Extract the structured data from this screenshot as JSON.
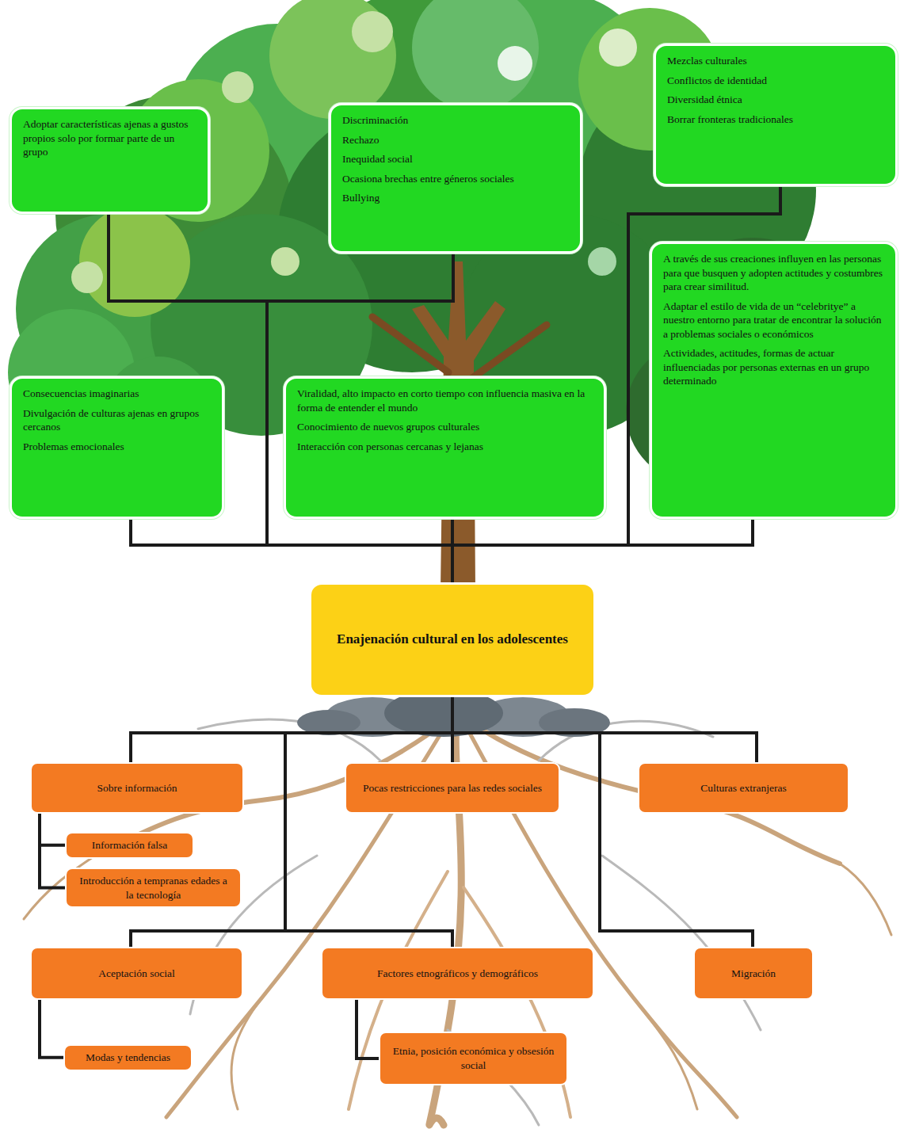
{
  "diagram": {
    "nodes": [
      {
        "text": [
          "Adoptar características ajenas a gustos propios solo por formar parte de un grupo"
        ]
      },
      {
        "text": [
          "Discriminación",
          "Rechazo",
          "Inequidad social",
          "Ocasiona brechas entre géneros sociales",
          "Bullying"
        ]
      },
      {
        "text": [
          "Mezclas culturales",
          "Conflictos de identidad",
          "Diversidad étnica",
          "Borrar fronteras tradicionales"
        ]
      },
      {
        "text": [
          "Consecuencias imaginarias",
          "Divulgación de culturas ajenas en grupos cercanos",
          "Problemas emocionales"
        ]
      },
      {
        "text": [
          "Viralidad, alto impacto en corto tiempo con influencia masiva en la forma de entender el mundo",
          "Conocimiento de nuevos grupos culturales",
          "Interacción con personas cercanas y lejanas"
        ]
      },
      {
        "text": [
          "A través de sus creaciones influyen en las personas para que busquen y adopten actitudes y costumbres para crear similitud.",
          "Adaptar el estilo de vida de un “celebritye” a nuestro entorno para tratar de encontrar la solución a problemas sociales o económicos",
          "Actividades, actitudes, formas de actuar influenciadas por personas externas en un grupo determinado"
        ]
      },
      {
        "text": [
          "Enajenación cultural en los adolescentes"
        ]
      },
      {
        "text": [
          "Sobre información"
        ]
      },
      {
        "text": [
          "Información falsa"
        ]
      },
      {
        "text": [
          "Introducción a tempranas edades a la tecnología"
        ]
      },
      {
        "text": [
          "Pocas restricciones para las redes sociales"
        ]
      },
      {
        "text": [
          "Culturas extranjeras"
        ]
      },
      {
        "text": [
          "Aceptación social"
        ]
      },
      {
        "text": [
          "Modas y tendencias"
        ]
      },
      {
        "text": [
          "Factores etnográficos y demográficos"
        ]
      },
      {
        "text": [
          "Etnia, posición económica y obsesión social"
        ]
      },
      {
        "text": [
          "Migración"
        ]
      }
    ],
    "edges": [
      {
        "from": 6,
        "to": 0,
        "arrow": "none"
      },
      {
        "from": 6,
        "to": 1,
        "arrow": "none"
      },
      {
        "from": 6,
        "to": 2,
        "arrow": "none"
      },
      {
        "from": 6,
        "to": 3,
        "arrow": "none"
      },
      {
        "from": 6,
        "to": 4,
        "arrow": "none"
      },
      {
        "from": 6,
        "to": 5,
        "arrow": "none"
      },
      {
        "from": 6,
        "to": 7,
        "arrow": "none"
      },
      {
        "from": 6,
        "to": 10,
        "arrow": "none"
      },
      {
        "from": 6,
        "to": 11,
        "arrow": "none"
      },
      {
        "from": 6,
        "to": 12,
        "arrow": "none"
      },
      {
        "from": 6,
        "to": 14,
        "arrow": "none"
      },
      {
        "from": 6,
        "to": 16,
        "arrow": "none"
      },
      {
        "from": 7,
        "to": 8,
        "arrow": "none"
      },
      {
        "from": 7,
        "to": 9,
        "arrow": "none"
      },
      {
        "from": 12,
        "to": 13,
        "arrow": "none"
      },
      {
        "from": 14,
        "to": 15,
        "arrow": "none"
      }
    ]
  }
}
